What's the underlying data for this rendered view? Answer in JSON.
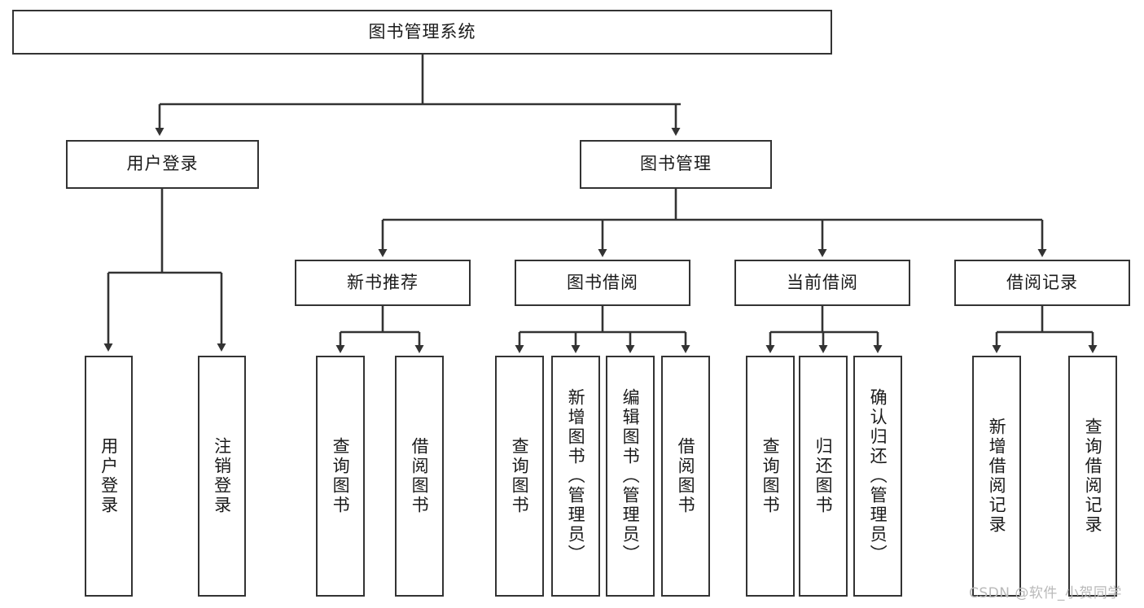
{
  "diagram": {
    "type": "tree-hierarchy",
    "title": "图书管理系统",
    "root": {
      "id": "root",
      "label": "图书管理系统",
      "orientation": "horizontal"
    },
    "level2": [
      {
        "id": "user-login",
        "label": "用户登录",
        "orientation": "horizontal"
      },
      {
        "id": "book-manage",
        "label": "图书管理",
        "orientation": "horizontal"
      }
    ],
    "level3": [
      {
        "id": "new-book-rec",
        "label": "新书推荐",
        "orientation": "horizontal",
        "parent": "book-manage"
      },
      {
        "id": "book-borrow",
        "label": "图书借阅",
        "orientation": "horizontal",
        "parent": "book-manage"
      },
      {
        "id": "current-borrow",
        "label": "当前借阅",
        "orientation": "horizontal",
        "parent": "book-manage"
      },
      {
        "id": "borrow-record",
        "label": "借阅记录",
        "orientation": "horizontal",
        "parent": "book-manage"
      }
    ],
    "leaves": [
      {
        "id": "leaf-user-login",
        "label": "用户登录",
        "parent": "user-login"
      },
      {
        "id": "leaf-logout-login",
        "label": "注销登录",
        "parent": "user-login"
      },
      {
        "id": "leaf-query-book-1",
        "label": "查询图书",
        "parent": "new-book-rec"
      },
      {
        "id": "leaf-borrow-book-1",
        "label": "借阅图书",
        "parent": "new-book-rec"
      },
      {
        "id": "leaf-query-book-2",
        "label": "查询图书",
        "parent": "book-borrow"
      },
      {
        "id": "leaf-add-book",
        "label": "新增图书（管理员）",
        "parent": "book-borrow"
      },
      {
        "id": "leaf-edit-book",
        "label": "编辑图书（管理员）",
        "parent": "book-borrow"
      },
      {
        "id": "leaf-borrow-book-2",
        "label": "借阅图书",
        "parent": "book-borrow"
      },
      {
        "id": "leaf-query-book-3",
        "label": "查询图书",
        "parent": "current-borrow"
      },
      {
        "id": "leaf-return-book",
        "label": "归还图书",
        "parent": "current-borrow"
      },
      {
        "id": "leaf-confirm-return",
        "label": "确认归还（管理员）",
        "parent": "current-borrow"
      },
      {
        "id": "leaf-add-record",
        "label": "新增借阅记录",
        "parent": "borrow-record"
      },
      {
        "id": "leaf-query-record",
        "label": "查询借阅记录",
        "parent": "borrow-record"
      }
    ],
    "colors": {
      "border": "#333333",
      "background": "#ffffff",
      "text": "#1a1a1a",
      "watermark": "#b9b9b9"
    }
  },
  "watermark": {
    "text": "CSDN @软件_小贺同学"
  }
}
